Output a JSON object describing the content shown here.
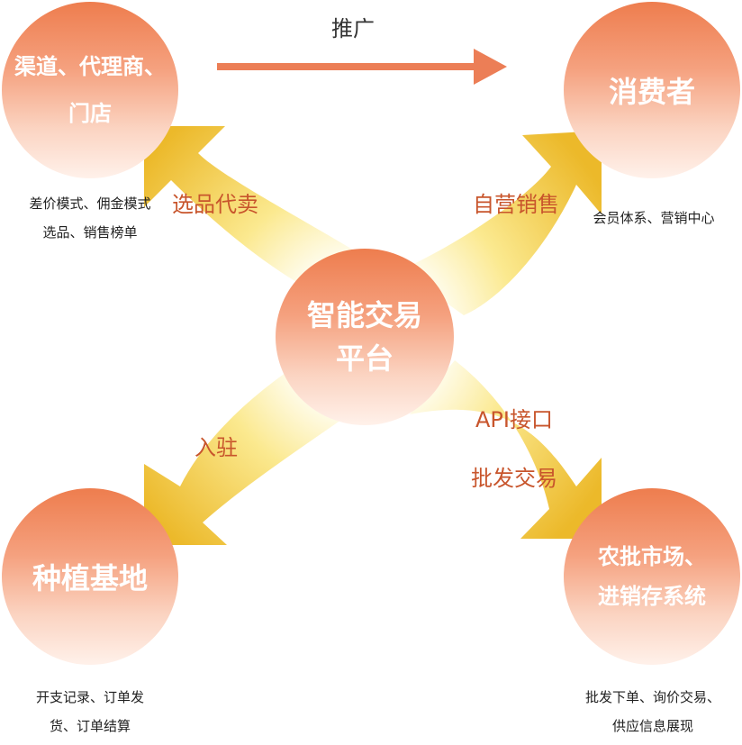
{
  "top_label": "推广",
  "nodes": {
    "channel": {
      "line1": "渠道、代理商、",
      "line2": "门店"
    },
    "consumer": {
      "label": "消费者"
    },
    "platform": {
      "line1": "智能交易",
      "line2": "平台"
    },
    "farm": {
      "label": "种植基地"
    },
    "wholesale": {
      "line1": "农批市场、",
      "line2": "进销存系统"
    }
  },
  "edge_labels": {
    "to_channel": "选品代卖",
    "to_consumer": "自营销售",
    "to_farm": "入驻",
    "to_wholesale_api": "API接口",
    "to_wholesale_trade": "批发交易"
  },
  "notes": {
    "channel": {
      "line1": "差价模式、佣金模式",
      "line2": "选品、销售榜单"
    },
    "consumer": {
      "line1": "会员体系、营销中心"
    },
    "farm": {
      "line1": "开支记录、订单发",
      "line2": "货、订单结算"
    },
    "wholesale": {
      "line1": "批发下单、询价交易、",
      "line2": "供应信息展现"
    }
  },
  "colors": {
    "arrow_yellow": "#ecb92a",
    "promo_arrow": "#ec7e56",
    "edge_label": "#c8552c",
    "circle_top": "#ee7d4e"
  }
}
